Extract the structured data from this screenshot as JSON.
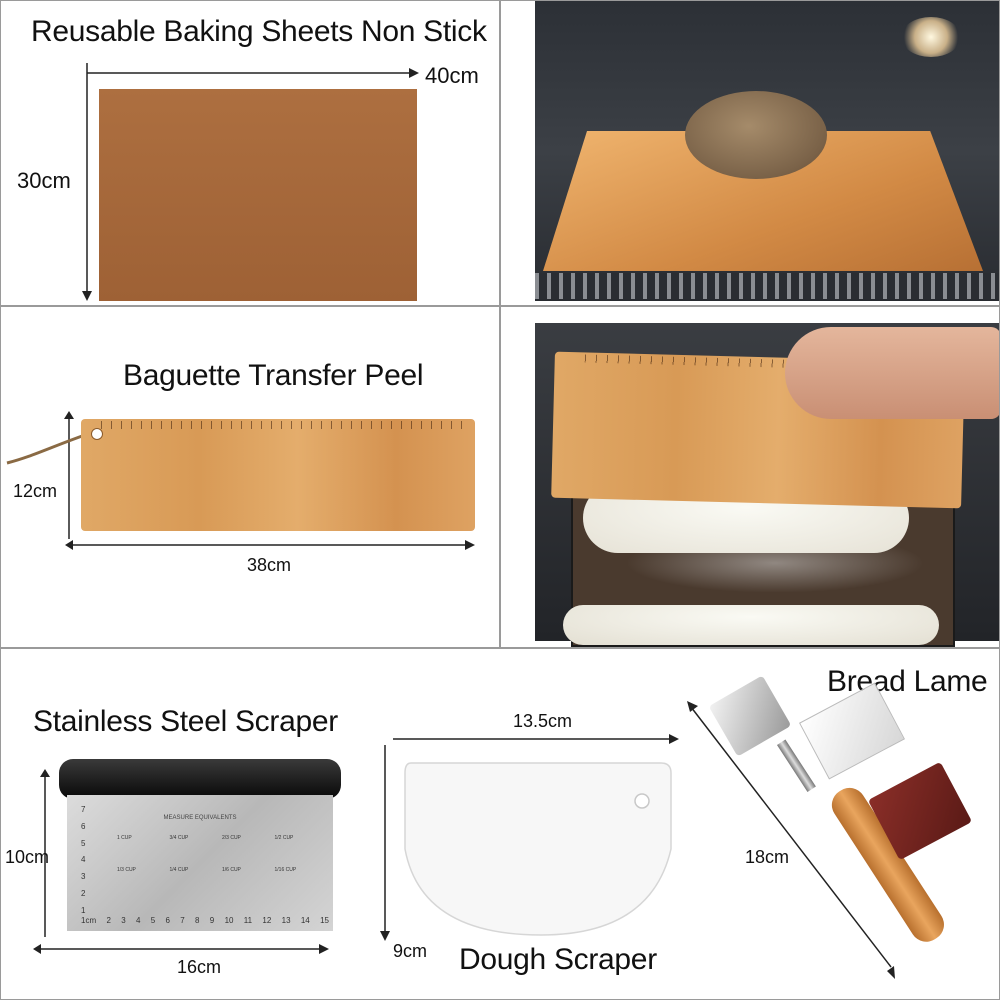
{
  "sheets": {
    "title": "Reusable Baking Sheets Non Stick",
    "width": "40cm",
    "height": "30cm"
  },
  "peel": {
    "title": "Baguette Transfer Peel",
    "width": "38cm",
    "height": "12cm"
  },
  "scraper": {
    "title": "Stainless Steel Scraper",
    "width": "16cm",
    "height": "10cm",
    "plate_heading": "MEASURE EQUIVALENTS",
    "cups": [
      "1 CUP",
      "3/4 CUP",
      "2/3 CUP",
      "1/2 CUP",
      "1/3 CUP",
      "1/4 CUP",
      "1/6 CUP",
      "1/16 CUP"
    ],
    "ruler_numbers": [
      "1cm",
      "2",
      "3",
      "4",
      "5",
      "6",
      "7",
      "8",
      "9",
      "10",
      "11",
      "12",
      "13",
      "14",
      "15"
    ],
    "side_numbers": [
      "7",
      "6",
      "5",
      "4",
      "3",
      "2",
      "1"
    ]
  },
  "dough": {
    "title": "Dough Scraper",
    "width": "13.5cm",
    "height": "9cm"
  },
  "lame": {
    "title": "Bread Lame",
    "length": "18cm"
  },
  "colors": {
    "baking_sheet": "#a6693b",
    "wood": "#dc9e5c",
    "frame": "#9a9a9a"
  }
}
